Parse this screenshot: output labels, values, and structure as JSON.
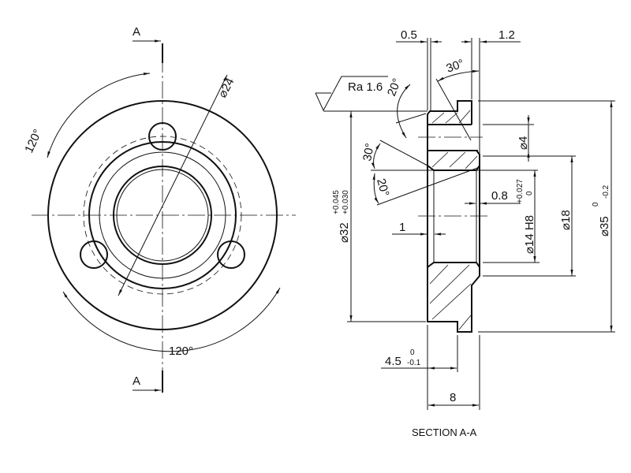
{
  "front_view": {
    "section_marker_top": "A",
    "section_marker_bottom": "A",
    "angle_left": "120°",
    "angle_bottom": "120°",
    "pitch_diameter": "⌀24"
  },
  "section_view": {
    "title": "SECTION A-A",
    "dim_0_5": "0.5",
    "dim_1_2": "1.2",
    "angle_30_top": "30°",
    "angle_20_top": "20°",
    "roughness_label": "Ra  1.6",
    "angle_30_left": "30°",
    "angle_20_left": "20°",
    "dia_4": "⌀4",
    "dim_0_8": "0.8",
    "dia_14": "⌀14 H8",
    "dia_14_tol_upper": "+0.027",
    "dia_14_tol_lower": "0",
    "dia_18": "⌀18",
    "dia_35": "⌀35",
    "dia_35_tol_upper": "0",
    "dia_35_tol_lower": "-0.2",
    "dia_32": "⌀32",
    "dia_32_tol_upper": "+0.045",
    "dia_32_tol_lower": "+0.030",
    "dim_1": "1",
    "dim_4_5": "4.5",
    "dim_4_5_tol_upper": "0",
    "dim_4_5_tol_lower": "-0.1",
    "dim_8": "8"
  }
}
